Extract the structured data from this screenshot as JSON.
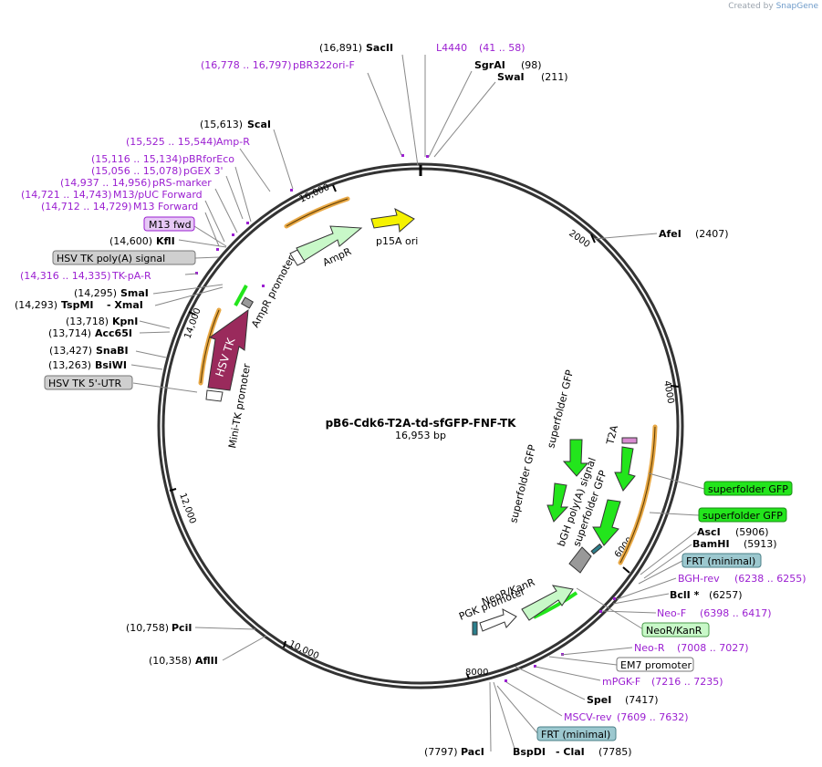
{
  "credit": {
    "prefix": "Created by",
    "brand": "SnapGene"
  },
  "plasmid": {
    "name": "pB6-Cdk6-T2A-td-sfGFP-FNF-TK",
    "length": "16,953 bp"
  },
  "ticks": [
    "2000",
    "4000",
    "6000",
    "8000",
    "10,000",
    "12,000",
    "14,000",
    "16,000"
  ],
  "sites": {
    "sacII": {
      "pos": "(16,891)",
      "name": "SacII"
    },
    "l4440": {
      "name": "L4440",
      "pos": "(41 .. 58)"
    },
    "sgrAI": {
      "name": "SgrAI",
      "pos": "(98)"
    },
    "swaI": {
      "name": "SwaI",
      "pos": "(211)"
    },
    "pbr322": {
      "pos": "(16,778 .. 16,797)",
      "name": "pBR322ori-F"
    },
    "scaI": {
      "pos": "(15,613)",
      "name": "ScaI"
    },
    "ampRprimer": {
      "pos": "(15,525 .. 15,544)",
      "name": "Amp-R"
    },
    "pbrForEco": {
      "pos": "(15,116 .. 15,134)",
      "name": "pBRforEco"
    },
    "pgex3": {
      "pos": "(15,056 .. 15,078)",
      "name": "pGEX 3'"
    },
    "prsMarker": {
      "pos": "(14,937 .. 14,956)",
      "name": "pRS-marker"
    },
    "m13puc": {
      "pos": "(14,721 .. 14,743)",
      "name": "M13/pUC Forward"
    },
    "m13fwdPrimer": {
      "pos": "(14,712 .. 14,729)",
      "name": "M13 Forward"
    },
    "m13fwd": {
      "name": "M13 fwd"
    },
    "kflI": {
      "pos": "(14,600)",
      "name": "KflI"
    },
    "hsvPolyA": {
      "name": "HSV TK poly(A) signal"
    },
    "tkpaR": {
      "pos": "(14,316 .. 14,335)",
      "name": "TK-pA-R"
    },
    "smaI": {
      "pos": "(14,295)",
      "name": "SmaI"
    },
    "tspMI": {
      "pos": "(14,293)",
      "name": "TspMI",
      "name2": "- XmaI"
    },
    "kpnI": {
      "pos": "(13,718)",
      "name": "KpnI"
    },
    "acc65I": {
      "pos": "(13,714)",
      "name": "Acc65I"
    },
    "snaBI": {
      "pos": "(13,427)",
      "name": "SnaBI"
    },
    "bsiWI": {
      "pos": "(13,263)",
      "name": "BsiWI"
    },
    "hsvUtr": {
      "name": "HSV TK 5'-UTR"
    },
    "afeI": {
      "name": "AfeI",
      "pos": "(2407)"
    },
    "sfgfp1": {
      "name": "superfolder GFP"
    },
    "sfgfp2": {
      "name": "superfolder GFP"
    },
    "ascI": {
      "name": "AscI",
      "pos": "(5906)"
    },
    "bamHI": {
      "name": "BamHI",
      "pos": "(5913)"
    },
    "frt1": {
      "name": "FRT (minimal)"
    },
    "bghRev": {
      "name": "BGH-rev",
      "pos": "(6238 .. 6255)"
    },
    "bclI": {
      "name": "BclI *",
      "pos": "(6257)"
    },
    "neoF": {
      "name": "Neo-F",
      "pos": "(6398 .. 6417)"
    },
    "neoKan": {
      "name": "NeoR/KanR"
    },
    "neoR": {
      "name": "Neo-R",
      "pos": "(7008 .. 7027)"
    },
    "em7": {
      "name": "EM7 promoter"
    },
    "mpgkF": {
      "name": "mPGK-F",
      "pos": "(7216 .. 7235)"
    },
    "speI": {
      "name": "SpeI",
      "pos": "(7417)"
    },
    "mscvRev": {
      "name": "MSCV-rev",
      "pos": "(7609 .. 7632)"
    },
    "frt2": {
      "name": "FRT (minimal)"
    },
    "pacI": {
      "pos": "(7797)",
      "name": "PacI"
    },
    "bspDI": {
      "name": "BspDI",
      "name2": "- ClaI",
      "pos": "(7785)"
    },
    "pciI": {
      "pos": "(10,758)",
      "name": "PciI"
    },
    "aflII": {
      "pos": "(10,358)",
      "name": "AflII"
    }
  },
  "features": {
    "p15a": "p15A ori",
    "ampR": "AmpR",
    "ampRpromoter": "AmpR promoter",
    "hsvTk": "HSV TK",
    "miniTk": "Mini-TK promoter",
    "sfgfpA": "superfolder GFP",
    "sfgfpB": "superfolder GFP",
    "bghPolyA": "bGH poly(A) signal",
    "sfgfpC": "superfolder GFP",
    "t2a": "T2A",
    "neoKanR": "NeoR/KanR",
    "pgk": "PGK promoter"
  },
  "colors": {
    "primer": "#9b1fd1",
    "green": "#23e51c",
    "paleGreen": "#c8f8c8",
    "hsvTk": "#9a2a5c",
    "orange": "#e8a845",
    "yellow": "#f5f200",
    "grayBox": "#cfcfcf",
    "frtBox": "#9cc8cf"
  }
}
